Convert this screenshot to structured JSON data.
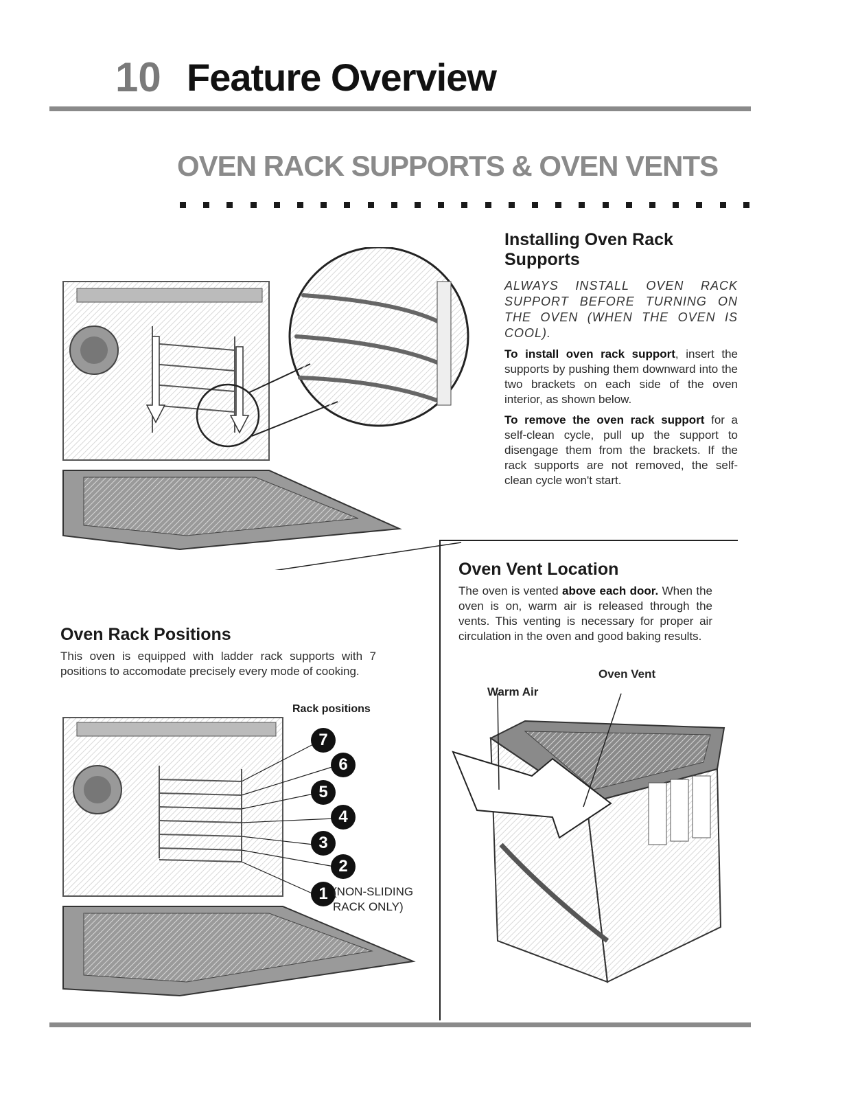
{
  "header": {
    "page_number": "10",
    "chapter_title": "Feature Overview",
    "section_title": "OVEN RACK SUPPORTS & OVEN VENTS"
  },
  "installing": {
    "title": "Installing Oven Rack Supports",
    "warning": "ALWAYS INSTALL OVEN RACK SUPPORT BEFORE TURNING ON THE OVEN (WHEN THE OVEN IS COOL).",
    "install_lead": "To install oven rack support",
    "install_text": ", insert the supports by pushing them downward into the two brackets on each side of the oven interior, as shown below.",
    "remove_lead": "To remove the oven rack support",
    "remove_text": " for a self-clean cycle, pull up the support to disengage them from the brackets. If the rack supports are not removed, the self-clean cycle won't start."
  },
  "rack_positions": {
    "title": "Oven Rack Positions",
    "text": "This oven is equipped with ladder rack supports with 7 positions to accomodate precisely every mode of cooking.",
    "figure_label": "Rack positions",
    "positions": [
      "7",
      "6",
      "5",
      "4",
      "3",
      "2",
      "1"
    ],
    "note": "(NON-SLIDING RACK ONLY)"
  },
  "vent": {
    "title": "Oven Vent Location",
    "text_before": "The oven is vented ",
    "text_bold": "above each door.",
    "text_after": " When the oven is on, warm air is released through the vents. This venting is necessary for proper air circulation in the oven and good baking results.",
    "label_vent": "Oven Vent",
    "label_air": "Warm Air"
  }
}
